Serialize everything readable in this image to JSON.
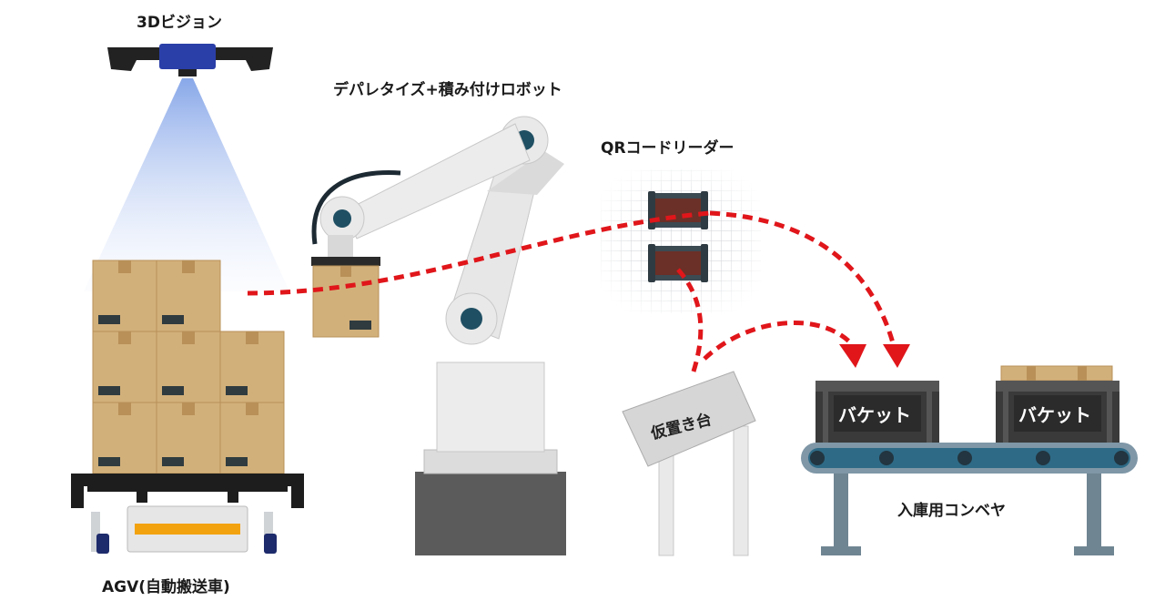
{
  "labels": {
    "vision": "3Dビジョン",
    "robot": "デパレタイズ+積み付けロボット",
    "qr_reader": "QRコードリーダー",
    "temp_table": "仮置き台",
    "conveyor": "入庫用コンベヤ",
    "agv": "AGV(自動搬送車)"
  },
  "buckets": [
    "バケット",
    "バケット"
  ],
  "colors": {
    "box": "#d2b07a",
    "box_tape": "#b89058",
    "arrow": "#e0161b",
    "frame": "#5a6e7c",
    "bucket": "#3a3a3a",
    "robot": "#e8e8e8",
    "robot_joint": "#1f4f63",
    "light_beam": "#8aa9e8"
  }
}
